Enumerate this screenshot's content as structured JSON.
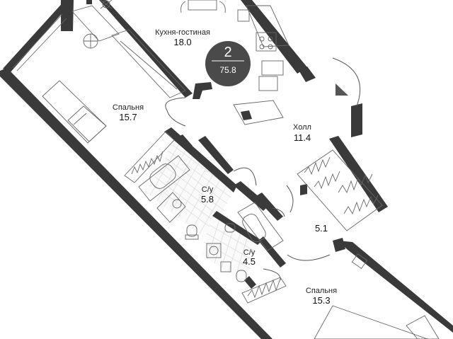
{
  "badge": {
    "rooms": "2",
    "total_area": "75.8",
    "color": "#4a4a4a"
  },
  "rooms": [
    {
      "id": "kitchen",
      "name": "Кухня-гостиная",
      "area": "18.0"
    },
    {
      "id": "bedroom1",
      "name": "Спальня",
      "area": "15.7"
    },
    {
      "id": "hall",
      "name": "Холл",
      "area": "11.4"
    },
    {
      "id": "bath1",
      "name": "С/у",
      "area": "5.8"
    },
    {
      "id": "corridor",
      "name": "",
      "area": "5.1"
    },
    {
      "id": "bath2",
      "name": "С/у",
      "area": "4.5"
    },
    {
      "id": "bedroom2",
      "name": "Спальня",
      "area": "15.3"
    }
  ],
  "colors": {
    "wall": "#3a3a3a",
    "tile": "#d6d6d6"
  }
}
